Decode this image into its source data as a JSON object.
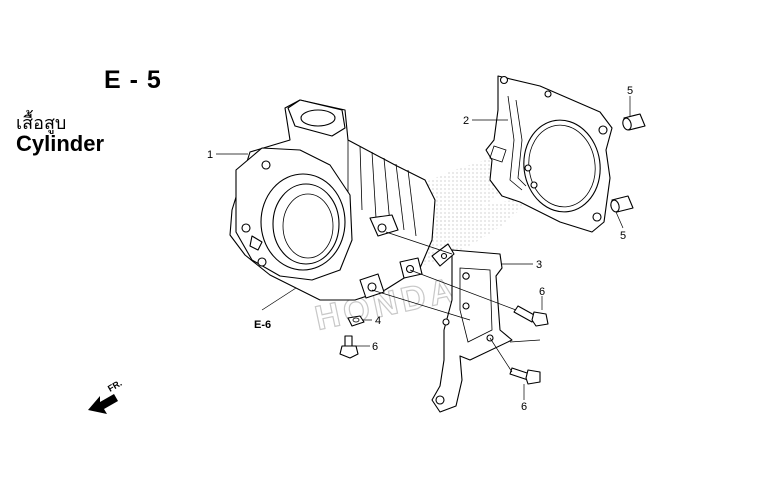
{
  "header": {
    "page_code": "E - 5",
    "title_thai": "เสื้อสูบ",
    "title_en": "Cylinder"
  },
  "watermark": {
    "brand": "HONDA",
    "color": "#c8c8c8"
  },
  "callouts": {
    "c1": "1",
    "c2": "2",
    "c3": "3",
    "c4": "4",
    "c5a": "5",
    "c5b": "5",
    "c6a": "6",
    "c6b": "6",
    "c6c": "6"
  },
  "references": {
    "e6": "E-6"
  },
  "direction": {
    "label": "FR."
  }
}
